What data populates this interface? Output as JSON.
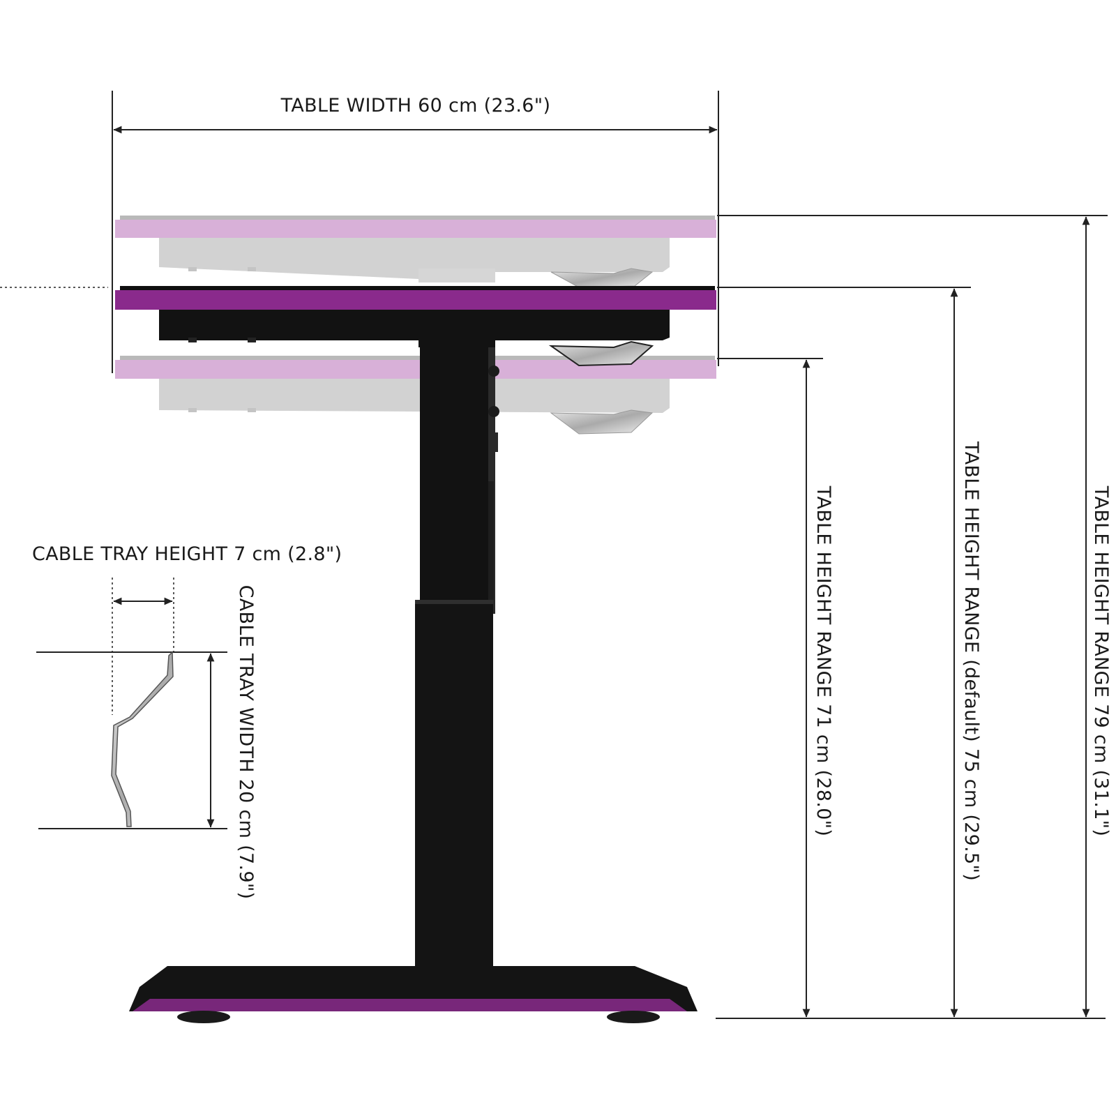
{
  "colors": {
    "accent": "#8a2a8c",
    "accent_light": "#d8b0d8",
    "frame_black": "#111111",
    "frame_ghost": "#d0d0d0",
    "tray_silver": "#c8c8c8",
    "line": "#222222"
  },
  "labels": {
    "table_width": "TABLE WIDTH 60 cm (23.6\")",
    "height_min": "TABLE HEIGHT RANGE 71 cm (28.0\")",
    "height_default": "TABLE HEIGHT RANGE (default) 75 cm (29.5\")",
    "height_max": "TABLE HEIGHT RANGE 79 cm (31.1\")",
    "tray_height": "CABLE TRAY HEIGHT 7 cm (2.8\")",
    "tray_width": "CABLE TRAY WIDTH 20 cm (7.9\")"
  }
}
